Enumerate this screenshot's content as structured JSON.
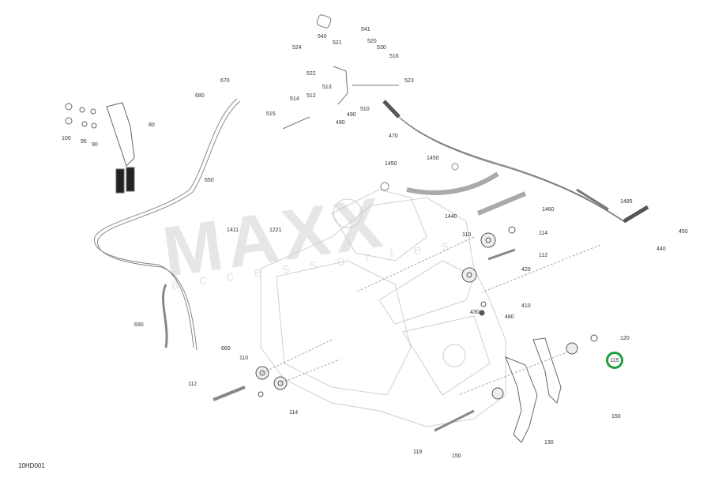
{
  "diagram": {
    "reference_code": "10HD001",
    "watermark": "MAXX",
    "watermark_sub": "accessories",
    "highlight_color": "#1e9e3e",
    "highlighted_part": "115",
    "labels": {
      "l540": "540",
      "l541": "541",
      "l521": "521",
      "l520": "520",
      "l524": "524",
      "l530": "530",
      "l516": "516",
      "l522": "522",
      "l523": "523",
      "l513": "513",
      "l514": "514",
      "l512": "512",
      "l510": "510",
      "l515": "515",
      "l490": "490",
      "l480a": "480",
      "l470": "470",
      "l670": "670",
      "l680": "680",
      "l650": "650",
      "l80": "80",
      "l100": "100",
      "l95": "95",
      "l90": "90",
      "l1450a": "1450",
      "l1450b": "1450",
      "l1440": "1440",
      "l1460": "1460",
      "l1485": "1485",
      "l450": "450",
      "l440": "440",
      "l110a": "110",
      "l114a": "114",
      "l112a": "112",
      "l420": "420",
      "l410": "410",
      "l430": "430",
      "l480b": "480",
      "l1411": "1411",
      "l1221": "1221",
      "l690": "690",
      "l660": "660",
      "l110b": "110",
      "l112b": "112",
      "l114b": "114",
      "l120": "120",
      "l115": "115",
      "l150a": "150",
      "l150b": "150",
      "l130": "130",
      "l119": "119"
    }
  }
}
